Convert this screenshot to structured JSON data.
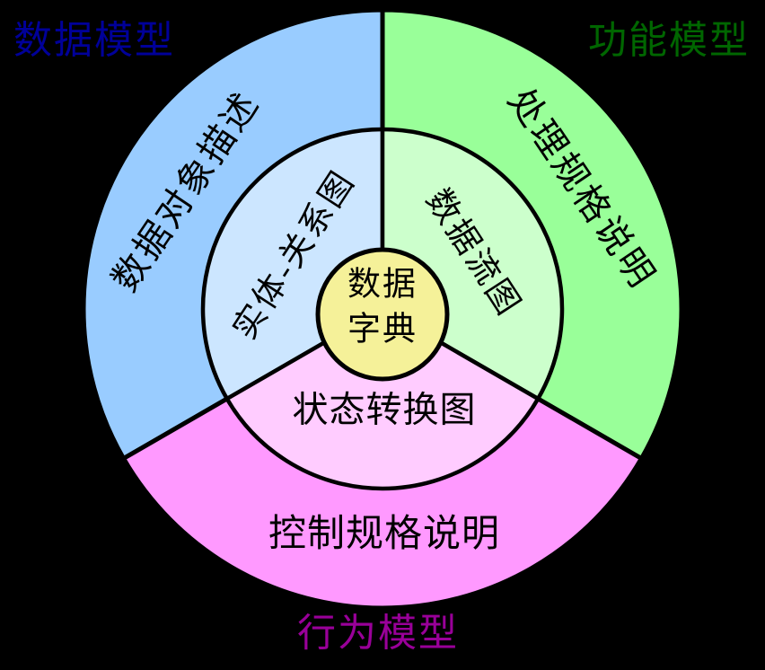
{
  "diagram": {
    "background_color": "#000000",
    "center_circle": {
      "color": "#F5F199",
      "label_line1": "数据",
      "label_line2": "字典"
    },
    "inner_ring": {
      "sectors": [
        {
          "id": "entity-relationship-diagram",
          "label": "实体-关系图",
          "color": "#CCE6FF",
          "position": "top-left"
        },
        {
          "id": "data-flow-diagram",
          "label": "数据流图",
          "color": "#CCFFCC",
          "position": "top-right"
        },
        {
          "id": "state-transition-diagram",
          "label": "状态转换图",
          "color": "#FFCCFF",
          "position": "bottom"
        }
      ]
    },
    "outer_ring": {
      "sectors": [
        {
          "id": "data-object-description",
          "label": "数据对象描述",
          "color": "#99CCFF",
          "position": "top-left"
        },
        {
          "id": "processing-specification",
          "label": "处理规格说明",
          "color": "#99FF99",
          "position": "top-right"
        },
        {
          "id": "control-specification",
          "label": "控制规格说明",
          "color": "#FF99FF",
          "position": "bottom"
        }
      ]
    },
    "corner_labels": [
      {
        "id": "data-model",
        "label": "数据模型",
        "color": "#000099",
        "position": "top-left"
      },
      {
        "id": "functional-model",
        "label": "功能模型",
        "color": "#006600",
        "position": "top-right"
      },
      {
        "id": "behavioral-model",
        "label": "行为模型",
        "color": "#990099",
        "position": "bottom"
      }
    ],
    "text_color": "#000000"
  }
}
